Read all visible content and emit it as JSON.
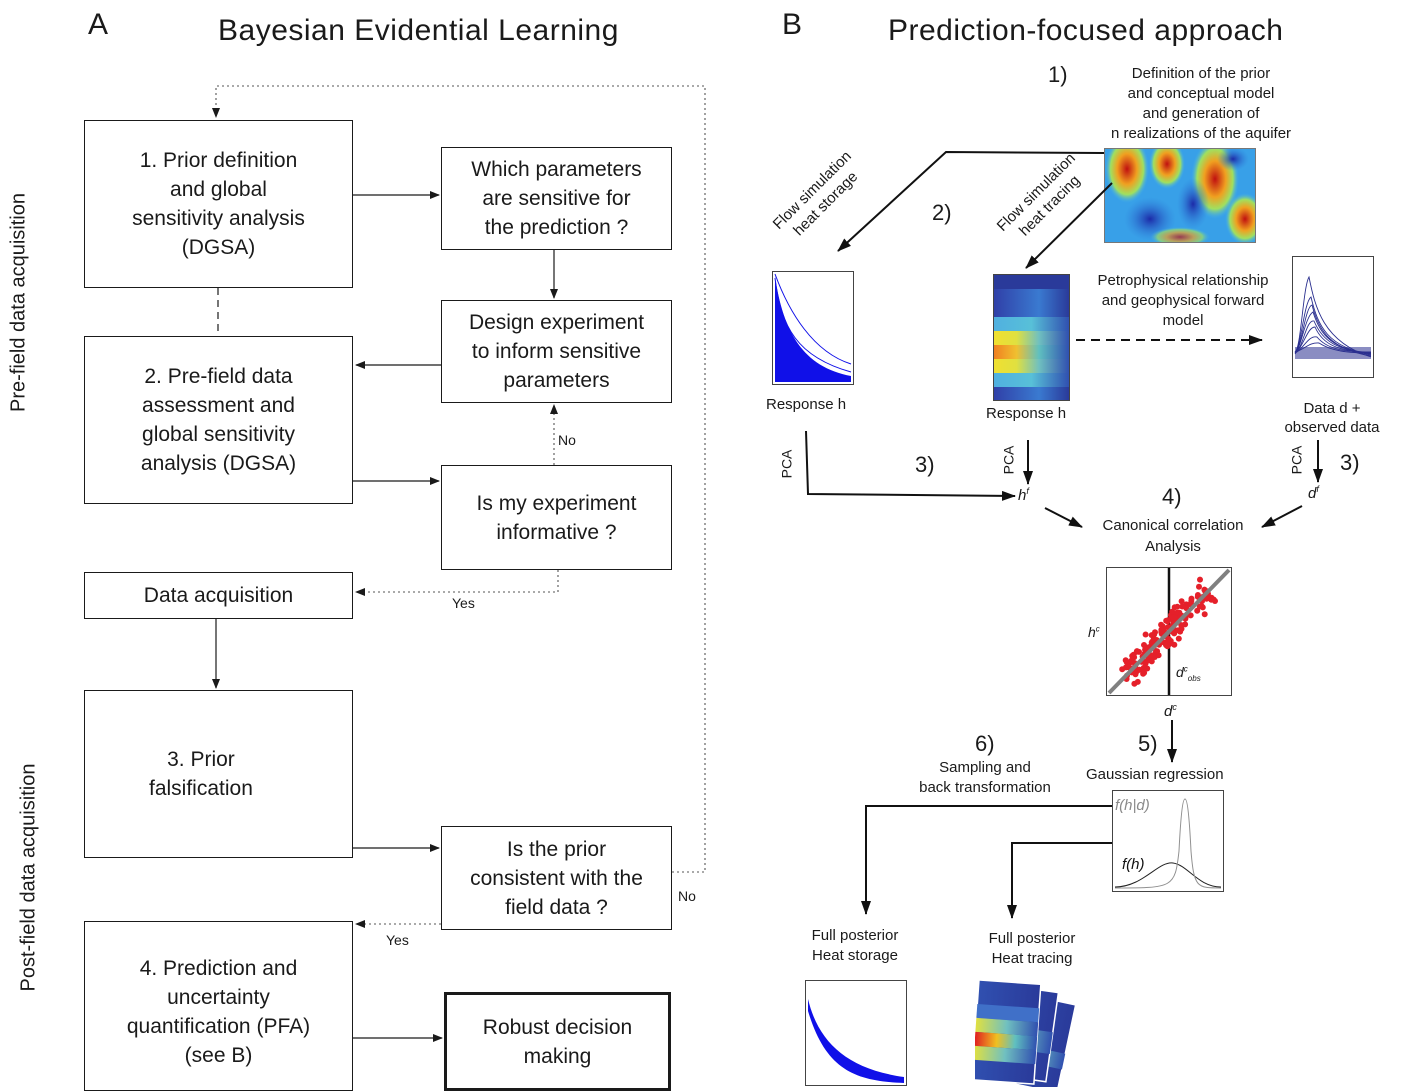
{
  "panel_a": {
    "letter": "A",
    "title": "Bayesian Evidential Learning",
    "phase_labels": {
      "pre": "Pre-field data acquisition",
      "post": "Post-field data acquisition"
    },
    "boxes": {
      "prior_definition": "1. Prior definition\nand global\nsensitivity analysis\n(DGSA)",
      "which_parameters": "Which parameters\nare sensitive for\nthe prediction ?",
      "design_experiment": "Design experiment\nto inform sensitive\nparameters",
      "prefield_assessment": "2. Pre-field data\nassessment and\nglobal sensitivity\nanalysis (DGSA)",
      "is_informative": "Is my experiment\ninformative ?",
      "data_acquisition": "Data acquisition",
      "prior_falsification": "3. Prior\nfalsification",
      "prior_consistent": "Is the prior\nconsistent with the\nfield data ?",
      "prediction_uq": "4. Prediction and\nuncertainty\nquantification (PFA)\n(see B)",
      "robust_decision": "Robust decision\nmaking"
    },
    "edge_labels": {
      "no_1": "No",
      "yes_1": "Yes",
      "no_2": "No",
      "yes_2": "Yes"
    }
  },
  "panel_b": {
    "letter": "B",
    "title": "Prediction-focused approach",
    "step1_num": "1)",
    "step1_text": "Definition of the prior\nand conceptual model\nand generation of\nn realizations of the aquifer",
    "flow_storage": "Flow simulation\nheat storage",
    "flow_tracing": "Flow simulation\nheat tracing",
    "step2": "2)",
    "petro_text": "Petrophysical relationship\nand geophysical forward\nmodel",
    "response_h_1": "Response h",
    "response_h_2": "Response h",
    "data_d": "Data d +\nobserved data",
    "pca_1": "PCA",
    "pca_2": "PCA",
    "pca_3": "PCA",
    "step3_a": "3)",
    "step3_b": "3)",
    "h_f": "h",
    "h_f_sup": "f",
    "d_f": "d",
    "d_f_sup": "f",
    "step4": "4)",
    "cca_text": "Canonical correlation\nAnalysis",
    "h_c": "h",
    "h_c_sup": "c",
    "d_c_obs": "d",
    "d_c_obs_sup": "c",
    "d_c_obs_sub": "obs",
    "d_c": "d",
    "d_c_sup": "c",
    "step5": "5)",
    "gauss_text": "Gaussian regression",
    "step6": "6)",
    "sampling_text": "Sampling and\nback transformation",
    "f_post_label": "f(h|d)",
    "f_prior_label": "f(h)",
    "full_post_storage": "Full posterior\nHeat storage",
    "full_post_tracing": "Full posterior\nHeat tracing"
  },
  "colors": {
    "curves_blue": "#1010e8",
    "points_red": "#e5202a",
    "regression_grey": "#808080",
    "dark_blue": "#2a2f8f"
  }
}
